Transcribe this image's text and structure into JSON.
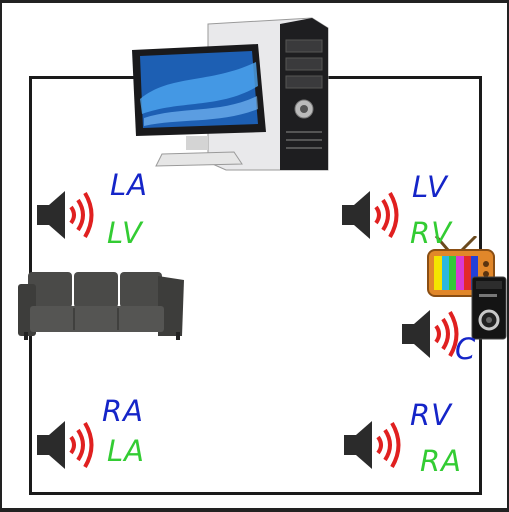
{
  "colors": {
    "wall": "#1a1a1a",
    "primary_label": "#1525c8",
    "secondary_label": "#33cc33",
    "speaker_body": "#2b2b2b",
    "sound_wave": "#e02020"
  },
  "devices": {
    "computer": "desktop-computer",
    "sofa": "sofa",
    "tv": "television",
    "player": "media-player"
  },
  "speakers": {
    "front_left": {
      "primary": "LA",
      "secondary": "LV"
    },
    "front_right": {
      "primary": "LV",
      "secondary": "RV"
    },
    "center": {
      "primary": "C"
    },
    "rear_left": {
      "primary": "RA",
      "secondary": "LA"
    },
    "rear_right": {
      "primary": "RV",
      "secondary": "RA"
    }
  }
}
